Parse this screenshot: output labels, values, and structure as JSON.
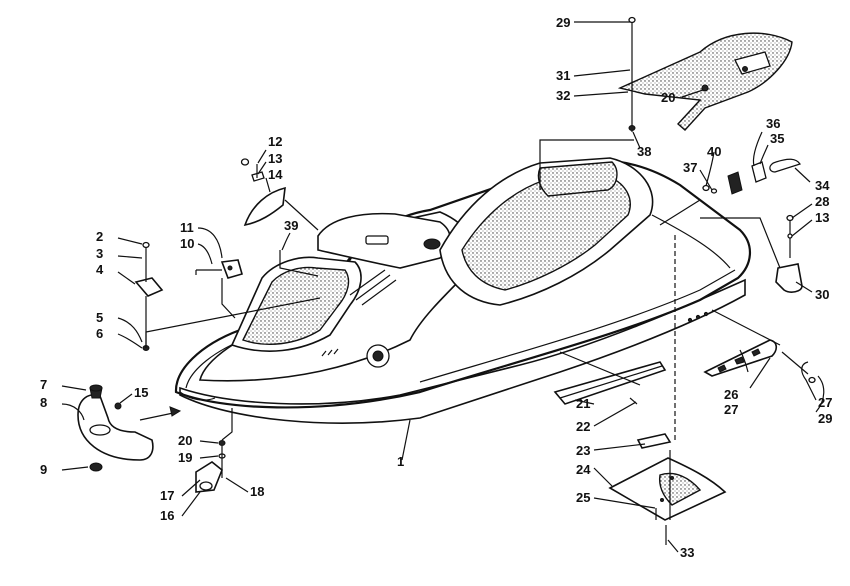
{
  "callouts": {
    "c1": "1",
    "c2": "2",
    "c3": "3",
    "c4": "4",
    "c5": "5",
    "c6": "6",
    "c7": "7",
    "c8": "8",
    "c9": "9",
    "c10": "10",
    "c11": "11",
    "c12": "12",
    "c13a": "13",
    "c13b": "13",
    "c14": "14",
    "c15": "15",
    "c16": "16",
    "c17": "17",
    "c18": "18",
    "c19": "19",
    "c20a": "20",
    "c20b": "20",
    "c21": "21",
    "c22": "22",
    "c23": "23",
    "c24": "24",
    "c25": "25",
    "c26": "26",
    "c27a": "27",
    "c27b": "27",
    "c28": "28",
    "c29a": "29",
    "c29b": "29",
    "c30": "30",
    "c31": "31",
    "c32": "32",
    "c33": "33",
    "c34": "34",
    "c35": "35",
    "c36": "36",
    "c37": "37",
    "c38": "38",
    "c39": "39",
    "c40": "40"
  },
  "colors": {
    "ink": "#111111",
    "paper": "#ffffff"
  }
}
